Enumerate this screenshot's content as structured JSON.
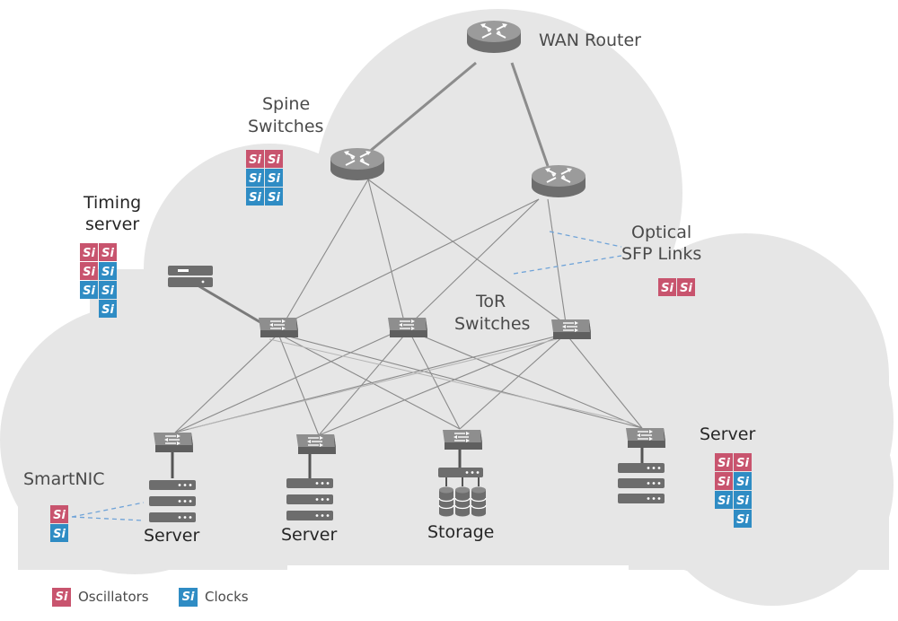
{
  "labels": {
    "wan_router": "WAN Router",
    "spine_line1": "Spine",
    "spine_line2": "Switches",
    "timing_line1": "Timing",
    "timing_line2": "server",
    "optical_line1": "Optical",
    "optical_line2": "SFP Links",
    "tor_line1": "ToR",
    "tor_line2": "Switches",
    "server_right": "Server",
    "smartnic": "SmartNIC",
    "server_1": "Server",
    "server_2": "Server",
    "storage": "Storage"
  },
  "badge_text": "Si",
  "legend": {
    "oscillators": "Oscillators",
    "clocks": "Clocks"
  },
  "colors": {
    "oscillator": "#c8546e",
    "clock": "#2f8cc4",
    "cloud": "#e6e6e6",
    "device": "#7a7a7a",
    "link": "#8a8a8a",
    "optical": "#5c9bd6"
  },
  "icons": {
    "router": "router-icon",
    "switch": "switch-icon",
    "server": "server-rack-icon",
    "storage": "storage-cylinders-icon"
  }
}
